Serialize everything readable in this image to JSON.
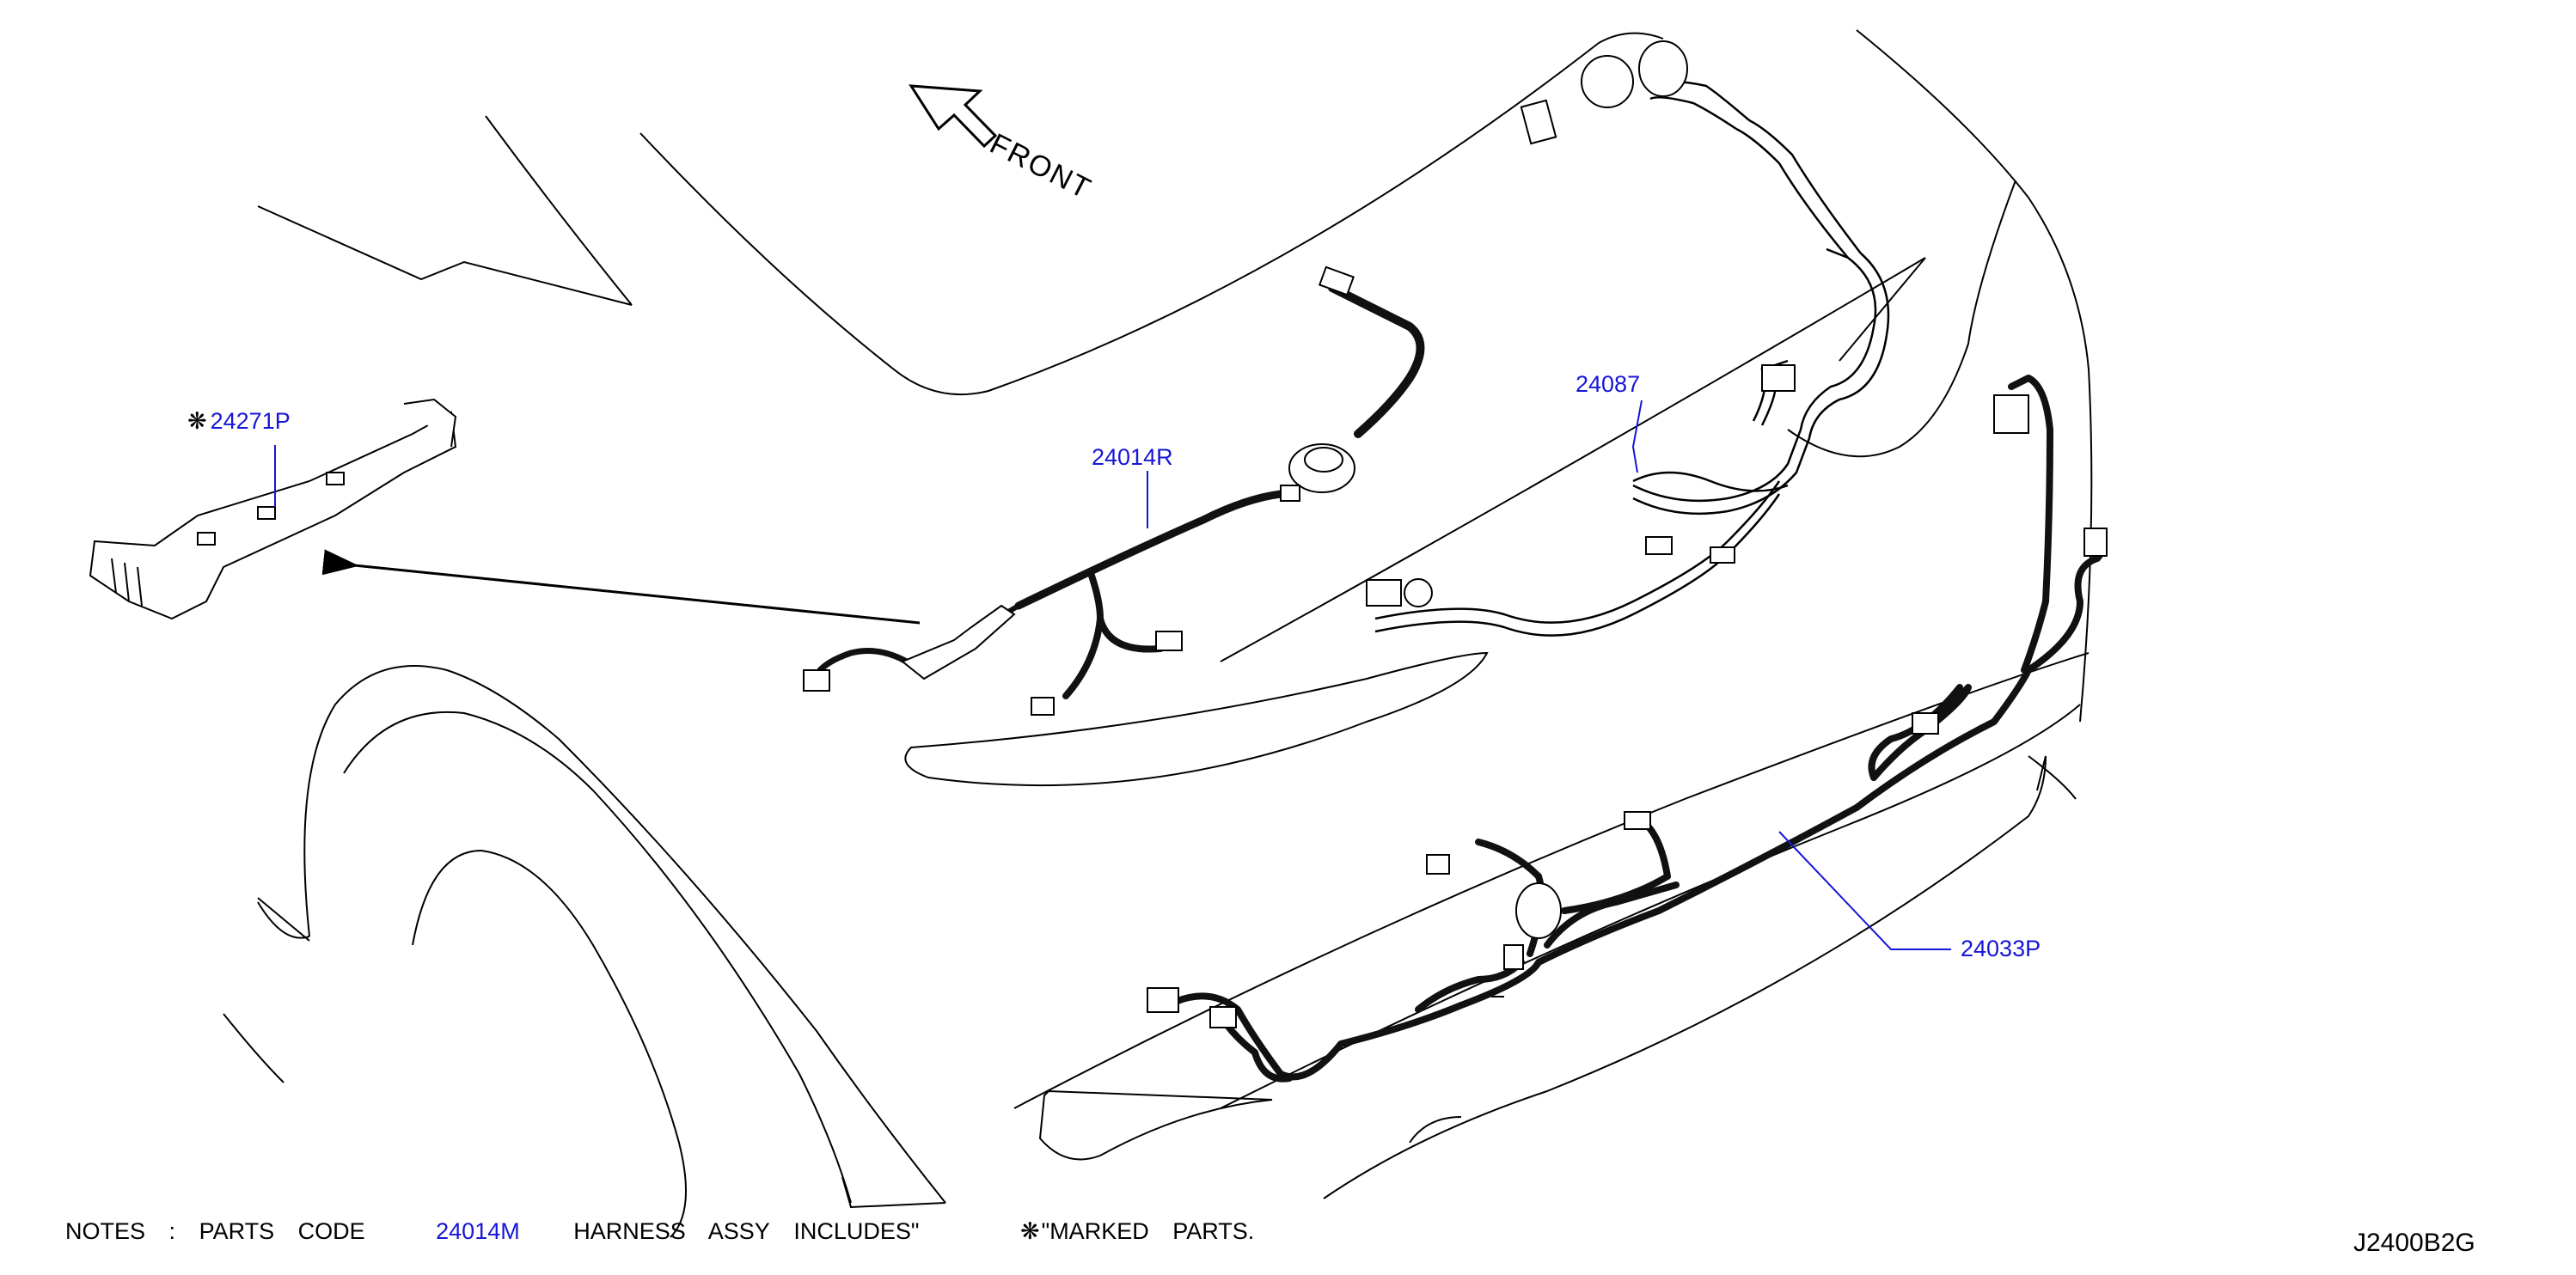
{
  "front_label": "FRONT",
  "star_symbol": "❋",
  "callouts": {
    "bracket_part": "24271P",
    "harness_r": "24014R",
    "harness_87": "24087",
    "harness_p": "24033P"
  },
  "notes": {
    "prefix": "NOTES",
    "sep": ":",
    "w1": "PARTS",
    "w2": "CODE",
    "code": "24014M",
    "w3": "HARNESS",
    "w4": "ASSY",
    "w5": "INCLUDES\"",
    "w6": "\"MARKED",
    "w7": "PARTS."
  },
  "diagram_id": "J2400B2G",
  "colors": {
    "callout_blue": "#1616d6",
    "outline": "#000000",
    "harness": "#111111"
  }
}
